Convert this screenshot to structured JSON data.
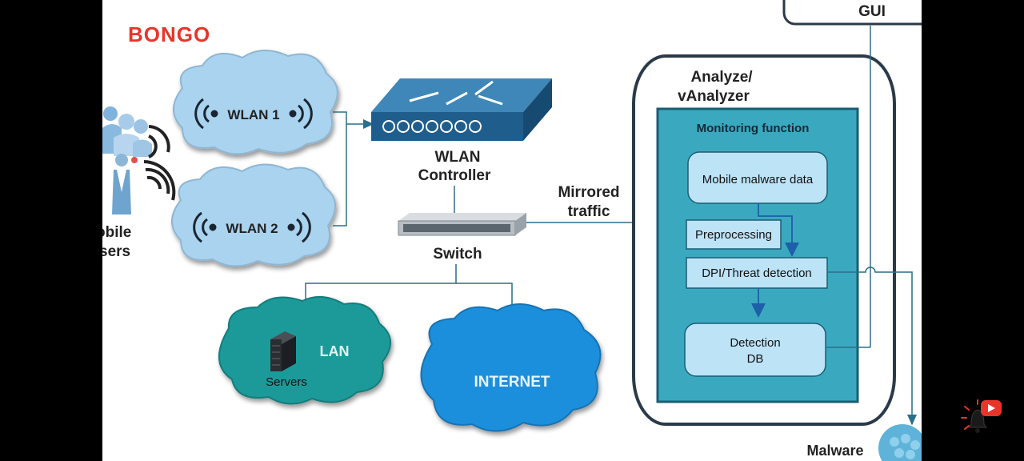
{
  "brand": {
    "logo_text": "BONGO"
  },
  "users": {
    "label_line1": "obile",
    "label_line2": "sers"
  },
  "wlan": {
    "wlan1": "WLAN 1",
    "wlan2": "WLAN 2"
  },
  "controller": {
    "line1": "WLAN",
    "line2": "Controller"
  },
  "switch": {
    "label": "Switch"
  },
  "mirrored": {
    "line1": "Mirrored",
    "line2": "traffic"
  },
  "lan": {
    "label": "LAN",
    "servers": "Servers"
  },
  "internet": {
    "label": "INTERNET"
  },
  "analyzer": {
    "line1": "Analyze/",
    "line2": "vAnalyzer"
  },
  "monitoring": {
    "title": "Monitoring function",
    "mobile_malware": "Mobile malware data",
    "preprocessing": "Preprocessing",
    "dpi": "DPI/Threat detection",
    "db_line1": "Detection",
    "db_line2": "DB"
  },
  "gui": {
    "label": "GUI"
  },
  "malware": {
    "label": "Malware"
  },
  "colors": {
    "cloud_light": "#a9d3ef",
    "cloud_teal": "#1a9a9a",
    "cloud_blue": "#1f8fdc",
    "monitor_teal": "#3aa9c0",
    "box_light": "#bde3f7",
    "line": "#2b6f8a",
    "brand_red": "#e8352a"
  }
}
